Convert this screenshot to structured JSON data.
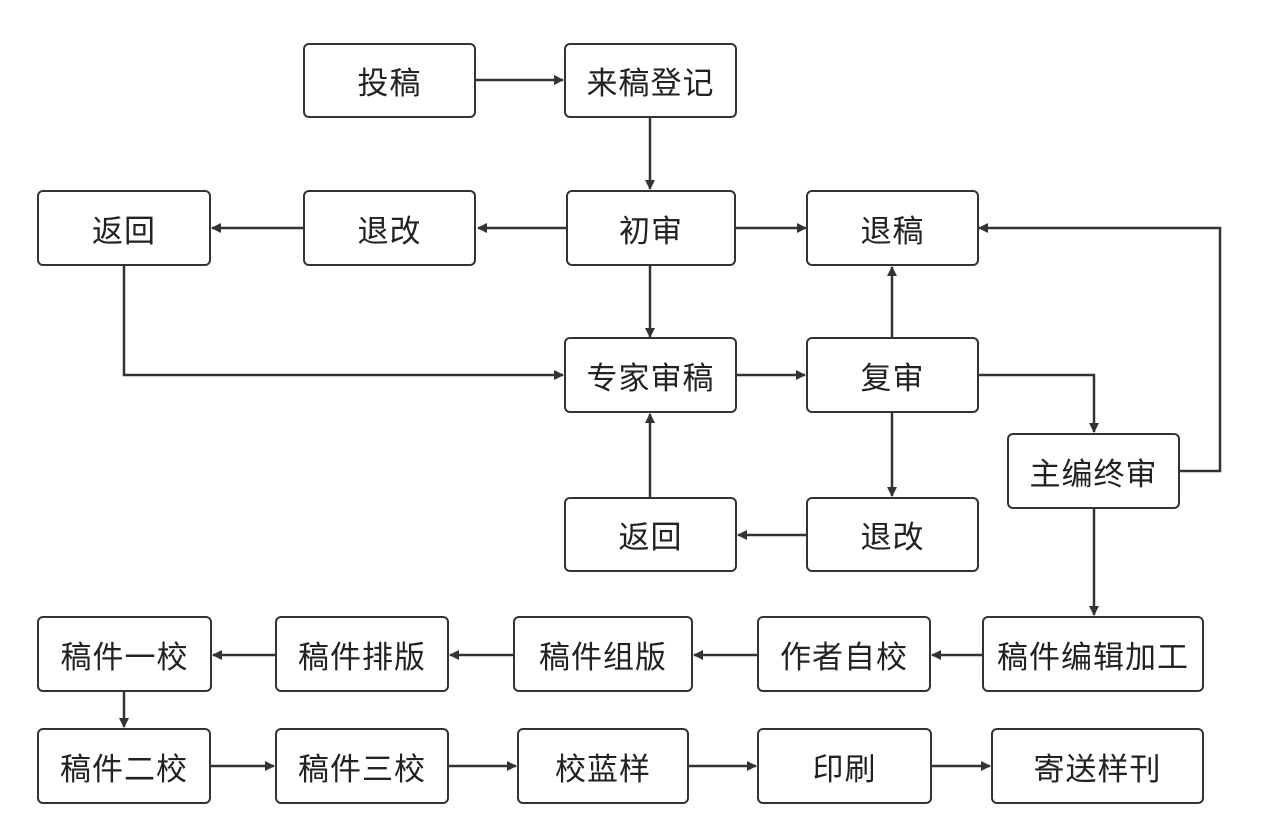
{
  "nodes": {
    "submit": "投稿",
    "register": "来稿登记",
    "initial_review": "初审",
    "return_left": "返回",
    "revise_left": "退改",
    "reject": "退稿",
    "expert_review": "专家审稿",
    "second_review": "复审",
    "final_review": "主编终审",
    "return_bottom": "返回",
    "revise_bottom": "退改",
    "first_proof": "稿件一校",
    "typesetting": "稿件排版",
    "layout": "稿件组版",
    "author_proof": "作者自校",
    "editing": "稿件编辑加工",
    "second_proof": "稿件二校",
    "third_proof": "稿件三校",
    "blue_proof": "校蓝样",
    "printing": "印刷",
    "send_samples": "寄送样刊"
  }
}
